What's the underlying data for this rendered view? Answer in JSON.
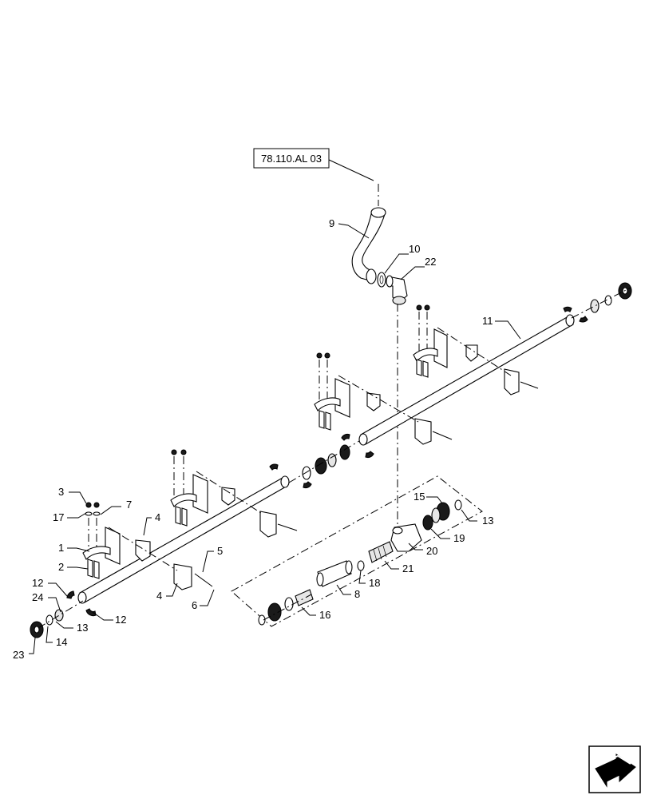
{
  "reference_box": {
    "label": "78.110.AL 03"
  },
  "callouts": [
    {
      "id": "c9",
      "label": "9"
    },
    {
      "id": "c10",
      "label": "10"
    },
    {
      "id": "c22",
      "label": "22"
    },
    {
      "id": "c11",
      "label": "11"
    },
    {
      "id": "c3",
      "label": "3"
    },
    {
      "id": "c7",
      "label": "7"
    },
    {
      "id": "c17",
      "label": "17"
    },
    {
      "id": "c4a",
      "label": "4"
    },
    {
      "id": "c1",
      "label": "1"
    },
    {
      "id": "c2",
      "label": "2"
    },
    {
      "id": "c5",
      "label": "5"
    },
    {
      "id": "c4b",
      "label": "4"
    },
    {
      "id": "c6",
      "label": "6"
    },
    {
      "id": "c12a",
      "label": "12"
    },
    {
      "id": "c24",
      "label": "24"
    },
    {
      "id": "c12b",
      "label": "12"
    },
    {
      "id": "c13a",
      "label": "13"
    },
    {
      "id": "c14",
      "label": "14"
    },
    {
      "id": "c23",
      "label": "23"
    },
    {
      "id": "c15",
      "label": "15"
    },
    {
      "id": "c13b",
      "label": "13"
    },
    {
      "id": "c19",
      "label": "19"
    },
    {
      "id": "c20",
      "label": "20"
    },
    {
      "id": "c21",
      "label": "21"
    },
    {
      "id": "c18",
      "label": "18"
    },
    {
      "id": "c8",
      "label": "8"
    },
    {
      "id": "c16",
      "label": "16"
    }
  ],
  "nav_icon": "next-page-arrow-icon"
}
